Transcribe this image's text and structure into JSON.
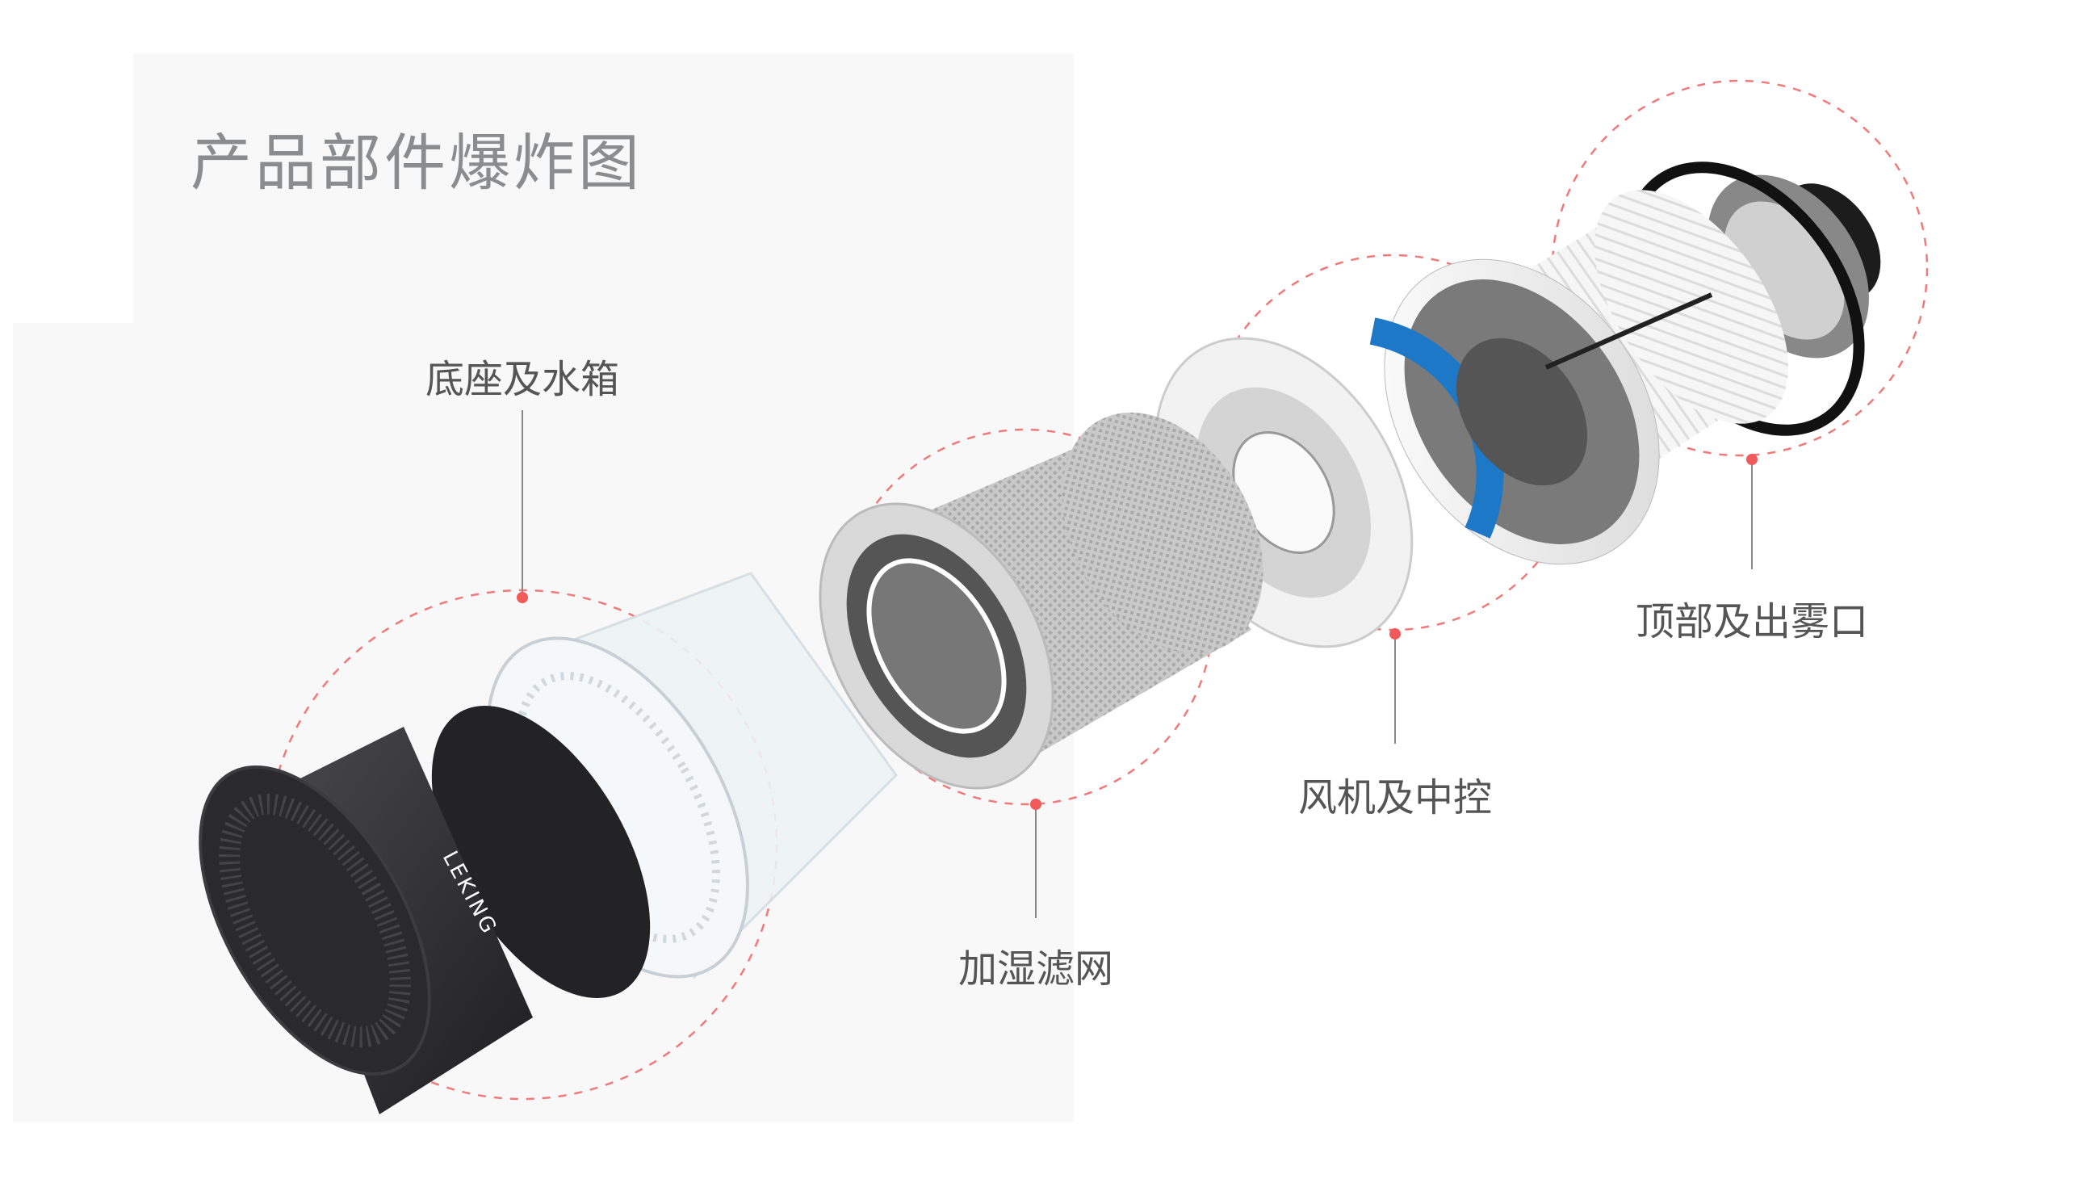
{
  "title": "产品部件爆炸图",
  "brand_logo": "LEKING",
  "callout_color": "#f07a7a",
  "parts": [
    {
      "label": "底座及水箱"
    },
    {
      "label": "加湿滤网"
    },
    {
      "label": "风机及中控"
    },
    {
      "label": "顶部及出雾口"
    }
  ]
}
